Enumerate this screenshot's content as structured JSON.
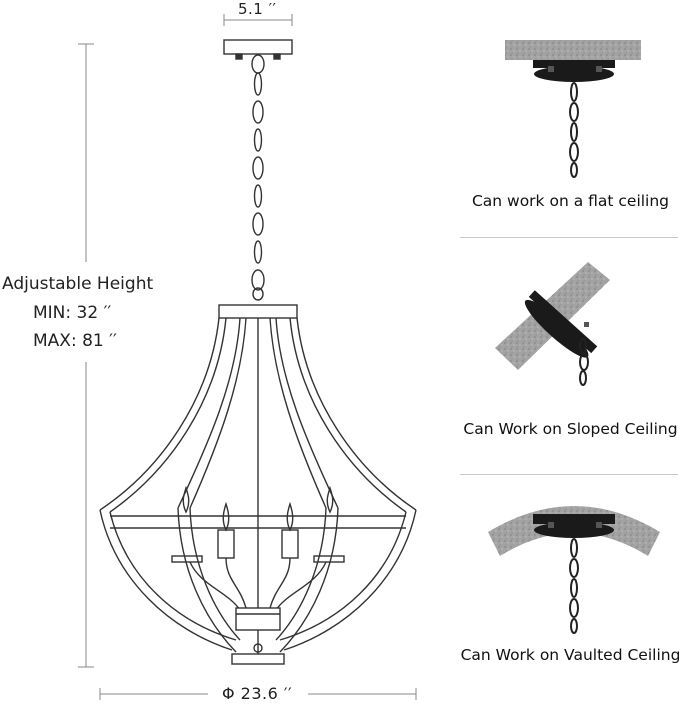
{
  "dimensions": {
    "canopy_width": "5.1 ′′",
    "diameter": "Φ 23.6 ′′",
    "height_title": "Adjustable Height",
    "min_label": "MIN:  32 ′′",
    "max_label": "MAX: 81 ′′"
  },
  "mounting_options": [
    {
      "caption": "Can work on a flat ceiling"
    },
    {
      "caption": "Can Work on Sloped Ceiling"
    },
    {
      "caption": "Can Work on Vaulted Ceiling"
    }
  ],
  "colors": {
    "outline": "#333333",
    "dimension_line": "#888888",
    "ceiling_texture": "#9a9a9a",
    "canopy_black": "#1a1a1a"
  }
}
